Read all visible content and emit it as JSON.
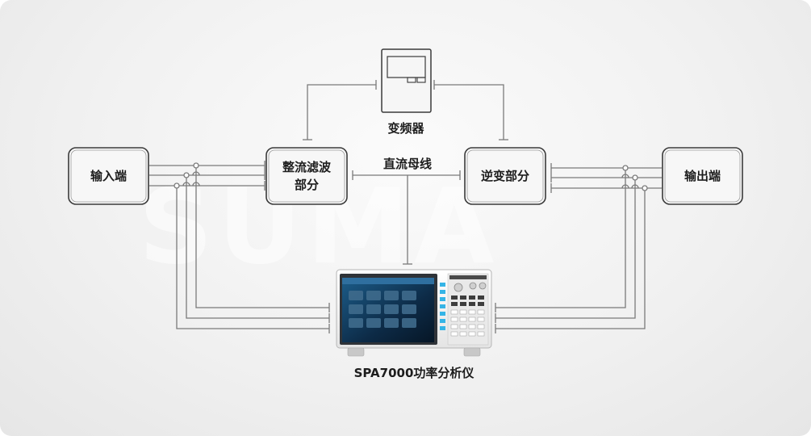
{
  "watermark": "SUMA",
  "nodes": {
    "input": "输入端",
    "rectifier_line1": "整流滤波",
    "rectifier_line2": "部分",
    "inverter": "逆变部分",
    "output": "输出端",
    "vfd": "变频器",
    "dc_bus": "直流母线",
    "analyzer": "SPA7000功率分析仪"
  },
  "colors": {
    "line": "#7a7a7a",
    "box_stroke": "#3a3a3a",
    "box_fill": "#f7f7f7",
    "text": "#1d1d1d"
  },
  "icons": [
    "power-analyzer-device-icon",
    "frequency-converter-device-icon"
  ]
}
